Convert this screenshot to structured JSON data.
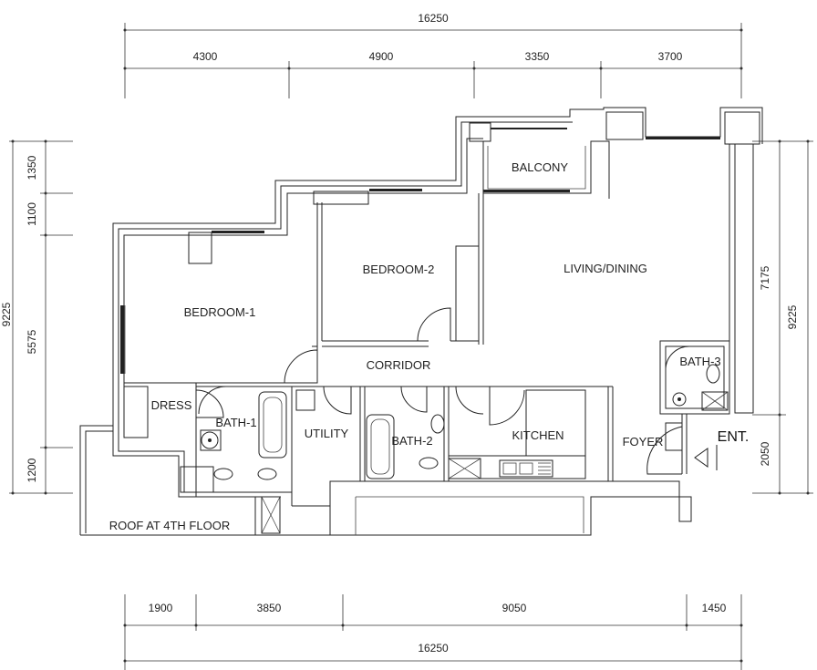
{
  "dimensions": {
    "top_total": "16250",
    "top_segments": [
      "4300",
      "4900",
      "3350",
      "3700"
    ],
    "bottom_segments": [
      "1900",
      "3850",
      "9050",
      "1450"
    ],
    "bottom_total": "16250",
    "left_outer": "9225",
    "left_segments": [
      "1350",
      "1100",
      "5575",
      "1200"
    ],
    "right_inner": "7175",
    "right_lower": "2050",
    "right_outer": "9225"
  },
  "rooms": {
    "balcony": "BALCONY",
    "bedroom1": "BEDROOM-1",
    "bedroom2": "BEDROOM-2",
    "living": "LIVING/DINING",
    "corridor": "CORRIDOR",
    "dress": "DRESS",
    "bath1": "BATH-1",
    "utility": "UTILITY",
    "bath2": "BATH-2",
    "kitchen": "KITCHEN",
    "foyer": "FOYER",
    "bath3": "BATH-3",
    "roof": "ROOF AT 4TH FLOOR"
  },
  "entry": "ENT."
}
